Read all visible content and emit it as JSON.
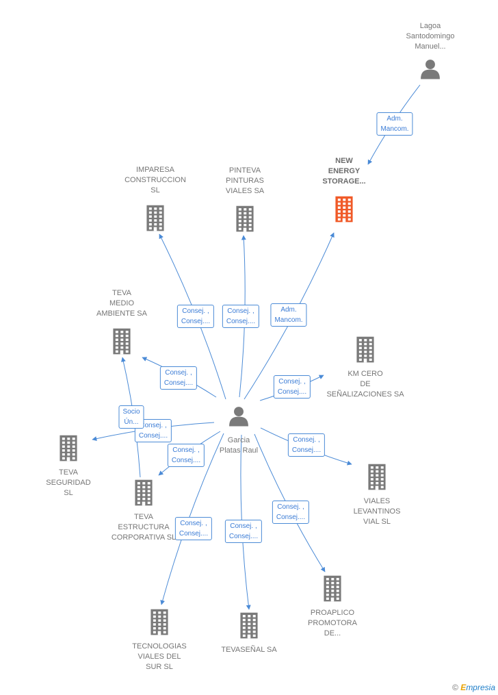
{
  "nodes": [
    {
      "id": "lagoa",
      "label": "Lagoa\nSantodomingo\nManuel...",
      "type": "person"
    },
    {
      "id": "newenergy",
      "label": "NEW\nENERGY\nSTORAGE...",
      "type": "company-focus"
    },
    {
      "id": "imparesa",
      "label": "IMPARESA\nCONSTRUCCION\nSL",
      "type": "company"
    },
    {
      "id": "pinteva",
      "label": "PINTEVA\nPINTURAS\nVIALES SA",
      "type": "company"
    },
    {
      "id": "tevamedio",
      "label": "TEVA\nMEDIO\nAMBIENTE SA",
      "type": "company"
    },
    {
      "id": "kmcero",
      "label": "KM CERO\nDE\nSEÑALIZACIONES SA",
      "type": "company"
    },
    {
      "id": "garcia",
      "label": "Garcia\nPlatas Raul",
      "type": "person"
    },
    {
      "id": "tevaseg",
      "label": "TEVA\nSEGURIDAD\nSL",
      "type": "company"
    },
    {
      "id": "tevaestr",
      "label": "TEVA\nESTRUCTURA\nCORPORATIVA SL",
      "type": "company"
    },
    {
      "id": "viales",
      "label": "VIALES\nLEVANTINOS\nVIAL SL",
      "type": "company"
    },
    {
      "id": "tecnologias",
      "label": "TECNOLOGIAS\nVIALES DEL\nSUR SL",
      "type": "company"
    },
    {
      "id": "tevasenal",
      "label": "TEVASEÑAL SA",
      "type": "company"
    },
    {
      "id": "proaplico",
      "label": "PROAPLICO\nPROMOTORA\nDE...",
      "type": "company"
    }
  ],
  "edges": [
    {
      "from": "lagoa",
      "to": "newenergy",
      "label": "Adm.\nMancom."
    },
    {
      "from": "garcia",
      "to": "newenergy",
      "label": "Adm.\nMancom."
    },
    {
      "from": "garcia",
      "to": "imparesa",
      "label": "Consej. ,\nConsej...."
    },
    {
      "from": "garcia",
      "to": "pinteva",
      "label": "Consej. ,\nConsej...."
    },
    {
      "from": "garcia",
      "to": "tevamedio",
      "label": "Consej. ,\nConsej...."
    },
    {
      "from": "garcia",
      "to": "kmcero",
      "label": "Consej. ,\nConsej...."
    },
    {
      "from": "garcia",
      "to": "tevaseg",
      "label": "Consej. ,\nConsej...."
    },
    {
      "from": "tevaestr",
      "to": "tevamedio",
      "label": "Socio\nÚn..."
    },
    {
      "from": "garcia",
      "to": "tevaestr",
      "label": "Consej. ,\nConsej...."
    },
    {
      "from": "garcia",
      "to": "viales",
      "label": "Consej. ,\nConsej...."
    },
    {
      "from": "garcia",
      "to": "tecnologias",
      "label": "Consej. ,\nConsej...."
    },
    {
      "from": "garcia",
      "to": "tevasenal",
      "label": "Consej. ,\nConsej...."
    },
    {
      "from": "garcia",
      "to": "proaplico",
      "label": "Consej. ,\nConsej...."
    }
  ],
  "colors": {
    "edge": "#4a8ad6",
    "company": "#7a7a7a",
    "focus": "#f05a28",
    "person": "#7a7a7a"
  },
  "footer": {
    "copyright": "©",
    "brand_e": "E",
    "brand_rest": "mpresia"
  }
}
